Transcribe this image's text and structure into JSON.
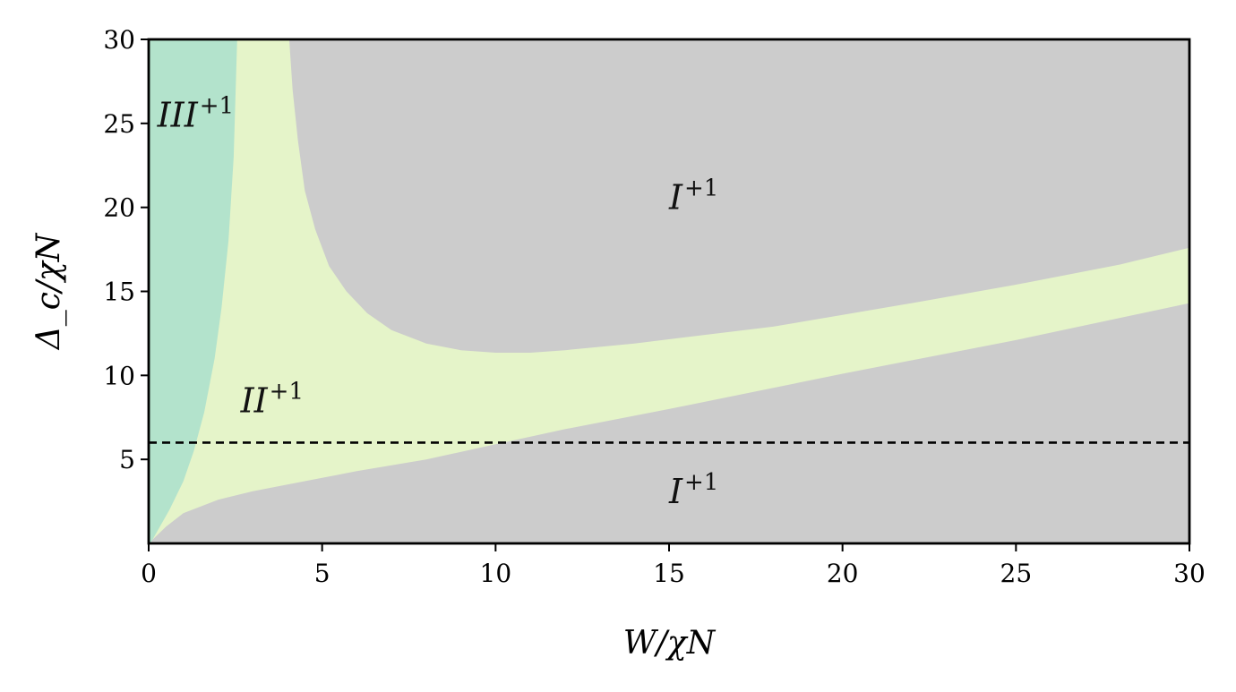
{
  "chart_data": {
    "type": "area",
    "xlabel": "W/χN",
    "ylabel": "Δ_c/χN",
    "xlim": [
      0,
      30
    ],
    "ylim": [
      0,
      30
    ],
    "x_ticks": [
      "0",
      "5",
      "10",
      "15",
      "20",
      "25",
      "30"
    ],
    "y_ticks": [
      "5",
      "10",
      "15",
      "20",
      "25",
      "30"
    ],
    "grid": false,
    "colors": {
      "region_I": "#cccccc",
      "region_II": "#e5f4c9",
      "region_III": "#b3e3cc",
      "dashed_line": "#000000"
    },
    "reference_line": {
      "y": 6,
      "style": "dashed"
    },
    "boundaries": {
      "III_II_boundary": {
        "x": [
          0.05,
          0.6,
          1.0,
          1.3,
          1.6,
          1.9,
          2.1,
          2.3,
          2.45,
          2.55
        ],
        "y": [
          0,
          2,
          3.7,
          5.5,
          7.8,
          11,
          14,
          18,
          23,
          30
        ]
      },
      "II_lower_boundary": {
        "x": [
          0,
          0.5,
          1,
          2,
          3,
          4,
          5,
          6,
          8,
          10,
          12,
          15,
          20,
          25,
          30
        ],
        "y": [
          0,
          1.0,
          1.8,
          2.6,
          3.1,
          3.5,
          3.9,
          4.3,
          5.0,
          5.9,
          6.8,
          8.0,
          10.1,
          12.1,
          14.3
        ]
      },
      "II_upper_boundary": {
        "x": [
          4.05,
          4.15,
          4.3,
          4.5,
          4.8,
          5.2,
          5.7,
          6.3,
          7,
          8,
          9,
          10,
          11,
          12,
          14,
          16,
          18,
          20,
          22,
          25,
          28,
          30
        ],
        "y": [
          30,
          27,
          24,
          21,
          18.7,
          16.5,
          15.0,
          13.7,
          12.7,
          11.9,
          11.5,
          11.35,
          11.35,
          11.5,
          11.9,
          12.4,
          12.9,
          13.6,
          14.3,
          15.4,
          16.6,
          17.6
        ]
      }
    },
    "annotations": [
      {
        "text": "III",
        "sup": "+1",
        "x": 0.25,
        "y": 24.8
      },
      {
        "text": "I",
        "sup": "+1",
        "x": 15.0,
        "y": 19.9
      },
      {
        "text": "II",
        "sup": "+1",
        "x": 2.65,
        "y": 7.8
      },
      {
        "text": "I",
        "sup": "+1",
        "x": 15.0,
        "y": 2.4
      }
    ]
  }
}
